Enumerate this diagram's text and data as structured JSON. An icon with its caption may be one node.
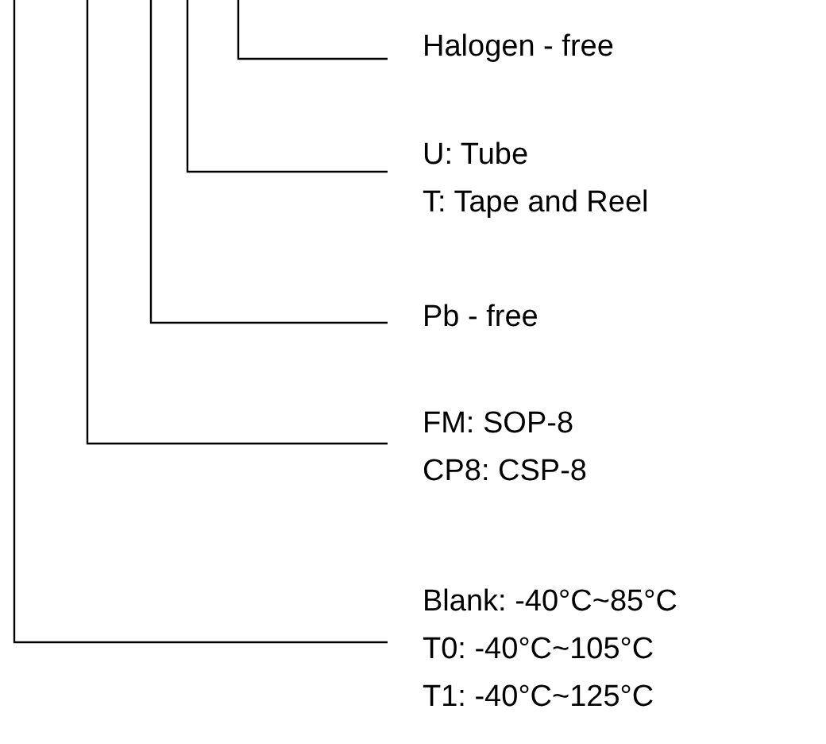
{
  "diagram": {
    "nodes": [
      {
        "text": [
          "Halogen - free"
        ]
      },
      {
        "text": [
          "U: Tube",
          "T: Tape and Reel"
        ]
      },
      {
        "text": [
          "Pb - free"
        ]
      },
      {
        "text": [
          "FM: SOP-8",
          "CP8: CSP-8"
        ]
      },
      {
        "text": [
          "Blank: -40°C~85°C",
          "T0: -40°C~105°C",
          "T1: -40°C~125°C"
        ]
      }
    ],
    "edges": [
      {
        "from": null,
        "to": 0,
        "arrow": "none"
      },
      {
        "from": null,
        "to": 1,
        "arrow": "none"
      },
      {
        "from": null,
        "to": 2,
        "arrow": "none"
      },
      {
        "from": null,
        "to": 3,
        "arrow": "none"
      },
      {
        "from": null,
        "to": 4,
        "arrow": "none"
      }
    ]
  }
}
